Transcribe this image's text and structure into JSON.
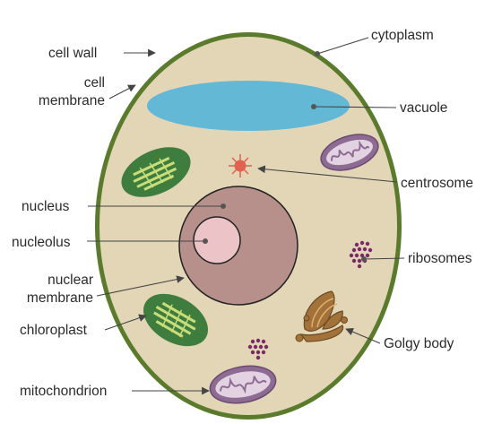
{
  "labels": {
    "cell_wall": "cell wall",
    "cell_membrane_1": "cell",
    "cell_membrane_2": "membrane",
    "cytoplasm": "cytoplasm",
    "vacuole": "vacuole",
    "centrosome": "centrosome",
    "nucleus": "nucleus",
    "nucleolus": "nucleolus",
    "ribosomes": "ribosomes",
    "nuclear_membrane_1": "nuclear",
    "nuclear_membrane_2": "membrane",
    "chloroplast": "chloroplast",
    "golgy_body": "Golgy body",
    "mitochondrion": "mitochondrion"
  },
  "colors": {
    "cell_wall": "#5a7a2c",
    "cytoplasm": "#e2d6b7",
    "vacuole": "#63b8d6",
    "nucleus": "#b8908b",
    "nucleolus": "#ecc4c8",
    "chloroplast": "#3f7d3e",
    "thylakoid": "#c9de7a",
    "mitochondrion": "#8e6b93",
    "centrosome": "#e0624f",
    "ribosome": "#7a2a66",
    "golgi": "#a2723a"
  }
}
